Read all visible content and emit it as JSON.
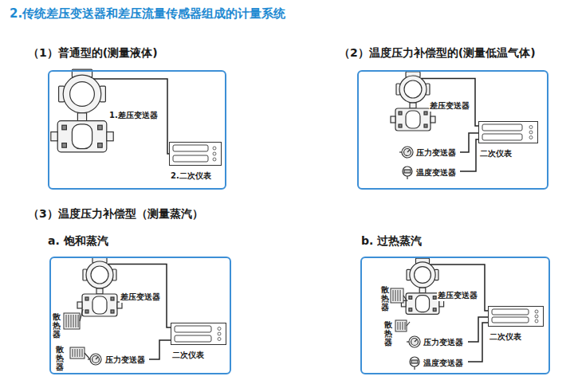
{
  "diagram": {
    "title": "2.传统差压变送器和差压流量传感器组成的计量系统",
    "nodes": [
      {
        "text": [
          "（1）普通型的(测量液体)"
        ]
      },
      {
        "text": [
          "1.差压变送器"
        ],
        "in": 0
      },
      {
        "text": [
          "2.二次仪表"
        ],
        "in": 0
      },
      {
        "text": [
          "（2）温度压力补偿型的(测量低温气体)"
        ]
      },
      {
        "text": [
          "差压变送器"
        ],
        "in": 3
      },
      {
        "text": [
          "压力变送器"
        ],
        "in": 3
      },
      {
        "text": [
          "温度变送器"
        ],
        "in": 3
      },
      {
        "text": [
          "二次仪表"
        ],
        "in": 3
      },
      {
        "text": [
          "a. 饱和蒸汽"
        ]
      },
      {
        "text": [
          "差压变送器"
        ],
        "in": 8
      },
      {
        "text": [
          "压力变送器"
        ],
        "in": 8
      },
      {
        "text": [
          "二次仪表"
        ],
        "in": 8
      },
      {
        "text": [
          "b. 过热蒸汽"
        ]
      },
      {
        "text": [
          "差压变送器"
        ],
        "in": 12
      },
      {
        "text": [
          "压力变送器"
        ],
        "in": 12
      },
      {
        "text": [
          "温度变送器"
        ],
        "in": 12
      },
      {
        "text": [
          "二次仪表"
        ],
        "in": 12
      }
    ],
    "edges": [
      {
        "from": 1,
        "to": 2,
        "arrow": "none"
      },
      {
        "from": 4,
        "to": 7,
        "arrow": "none"
      },
      {
        "from": 5,
        "to": 7,
        "arrow": "none"
      },
      {
        "from": 6,
        "to": 7,
        "arrow": "none"
      },
      {
        "from": 9,
        "to": 11,
        "arrow": "none"
      },
      {
        "from": 10,
        "to": 11,
        "arrow": "none"
      },
      {
        "from": 13,
        "to": 16,
        "arrow": "none"
      },
      {
        "from": 14,
        "to": 16,
        "arrow": "none"
      },
      {
        "from": 15,
        "to": 16,
        "arrow": "none"
      }
    ],
    "labels": [
      "（3）温度压力补偿型（测量蒸汽）",
      "散热器",
      "散热器",
      "散热器",
      "散热器"
    ]
  }
}
